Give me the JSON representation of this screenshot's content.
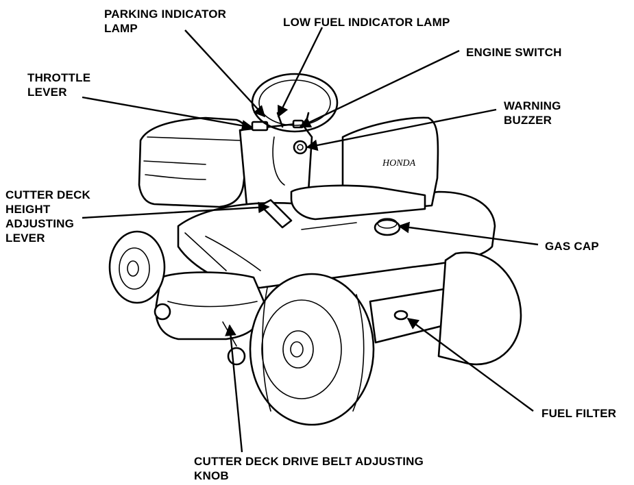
{
  "labels": {
    "parking_indicator_lamp": [
      "PARKING INDICATOR",
      "LAMP"
    ],
    "low_fuel_indicator_lamp": [
      "LOW FUEL INDICATOR LAMP"
    ],
    "engine_switch": [
      "ENGINE SWITCH"
    ],
    "throttle_lever": [
      "THROTTLE",
      "LEVER"
    ],
    "warning_buzzer": [
      "WARNING",
      "BUZZER"
    ],
    "cutter_deck_height_adjusting_lever": [
      "CUTTER DECK",
      "HEIGHT",
      "ADJUSTING",
      "LEVER"
    ],
    "gas_cap": [
      "GAS CAP"
    ],
    "fuel_filter": [
      "FUEL FILTER"
    ],
    "cutter_deck_drive_belt_adjusting_knob": [
      "CUTTER DECK DRIVE BELT ADJUSTING",
      "KNOB"
    ]
  },
  "seat_brand": "HONDA",
  "colors": {
    "ink": "#000000",
    "paper": "#ffffff"
  }
}
